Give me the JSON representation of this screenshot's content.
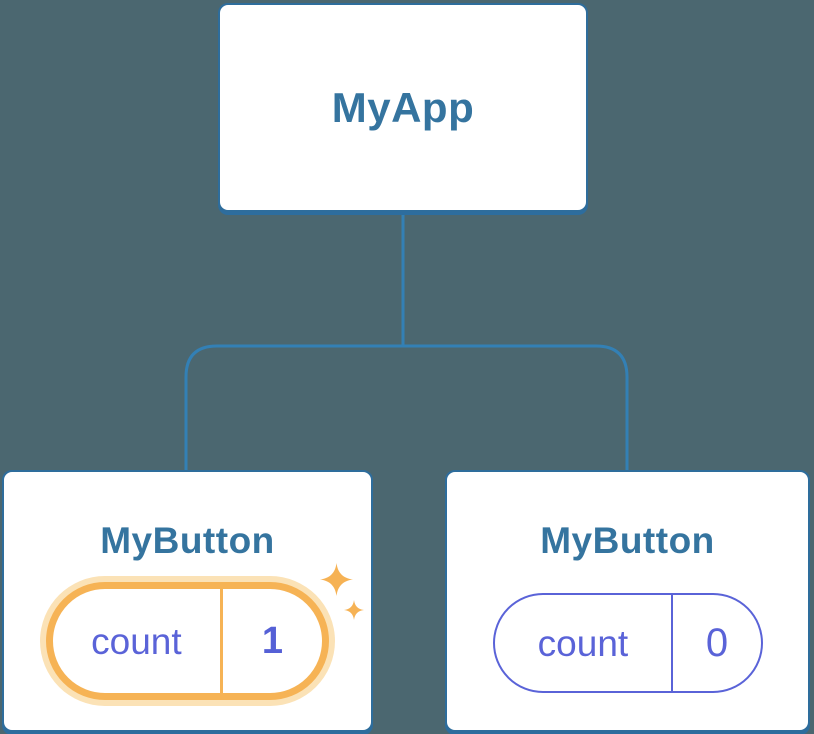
{
  "colors": {
    "background": "#4b6770",
    "box_bg": "#ffffff",
    "box_border": "#2e6d9c",
    "box_shadow": "#2d6d9e",
    "line": "#3380b5",
    "title": "#35749f",
    "purple": "#5a63d8",
    "purple_bold": "#5560d6",
    "orange": "#f6b355",
    "orange_halo": "#fbe2b6",
    "sparkle": "#f6b254"
  },
  "diagram": {
    "type": "component-tree",
    "root": {
      "label": "MyApp"
    },
    "children": [
      {
        "label": "MyButton",
        "state_name": "count",
        "state_value": "1",
        "highlighted": true
      },
      {
        "label": "MyButton",
        "state_name": "count",
        "state_value": "0",
        "highlighted": false
      }
    ]
  }
}
